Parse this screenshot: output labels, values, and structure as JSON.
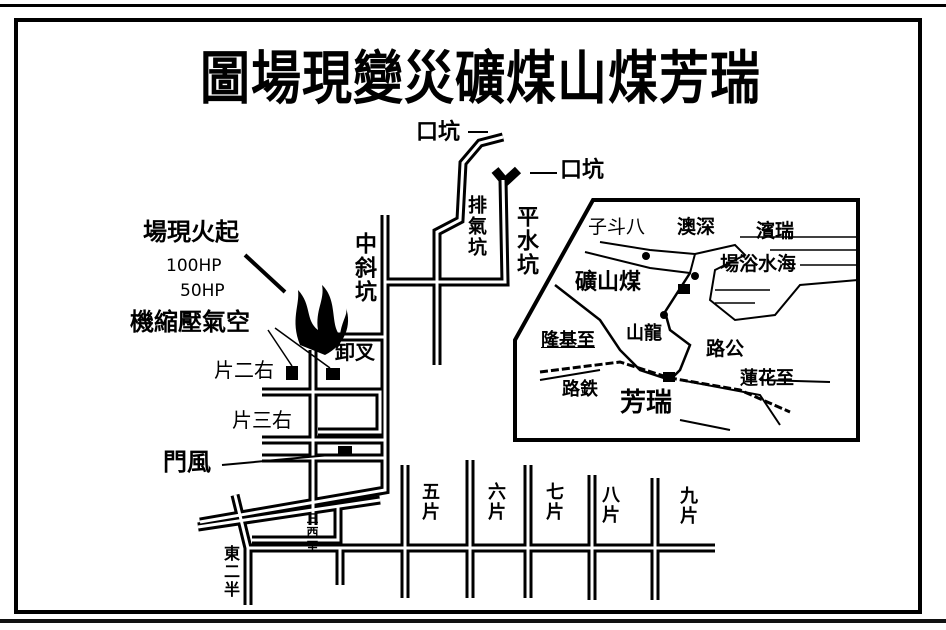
{
  "title": "圖場現變災礦煤山煤芳瑞",
  "labels": {
    "pit_mouth_top": "口坑",
    "pit_mouth_right": "口坑",
    "exhaust_shaft": "排氣坑",
    "level_shaft": "平水坑",
    "middle_incline": "中斜坑",
    "fire_origin": "場現火起",
    "hp100": "100HP",
    "hp50": "50HP",
    "air_compressor": "機縮壓氣空",
    "right_second_section": "片二右",
    "unloading_fork": "卸叉",
    "right_third_section": "片三右",
    "air_door": "門風",
    "third_west": "三西至",
    "east_half": "東二半",
    "section5": "五片",
    "section6": "六片",
    "section7": "七片",
    "section8": "八片",
    "section9": "九片"
  },
  "inset": {
    "badouzi": "子斗八",
    "shenao": "澳深",
    "ruibin": "濱瑞",
    "beach": "場浴水海",
    "mine": "礦山煤",
    "longshan": "山龍",
    "highway": "路公",
    "to_keelung": "隆基至",
    "railway": "路鉄",
    "ruifang": "芳瑞",
    "to_hualien": "蓮花至"
  }
}
